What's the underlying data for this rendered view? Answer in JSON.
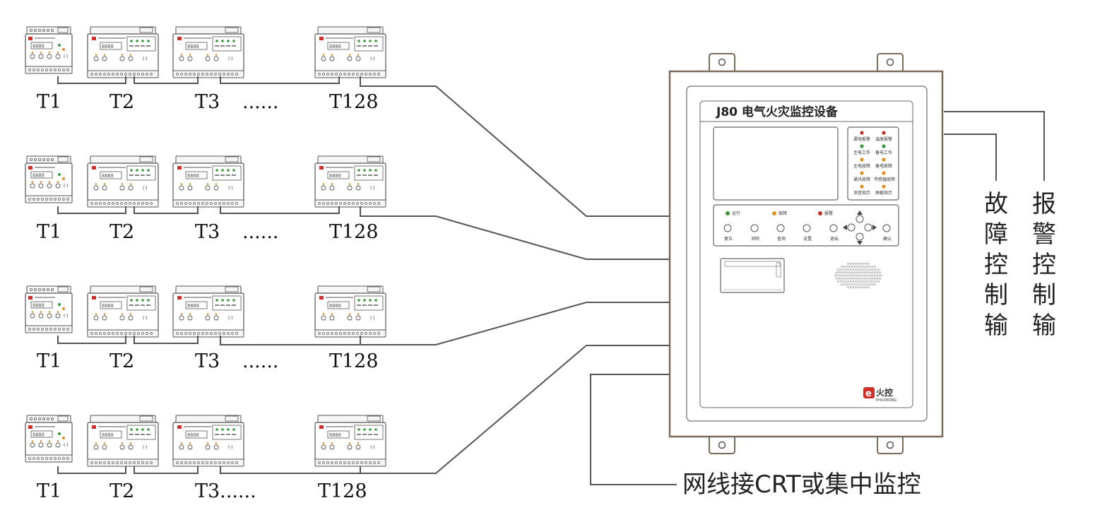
{
  "rows": [
    {
      "labels": [
        "T1",
        "T2",
        "T3",
        "......",
        "T128"
      ]
    },
    {
      "labels": [
        "T1",
        "T2",
        "T3",
        "......",
        "T128"
      ]
    },
    {
      "labels": [
        "T1",
        "T2",
        "T3",
        "......",
        "T128"
      ]
    },
    {
      "labels": [
        "T1",
        "T2",
        "T3......",
        "T128"
      ]
    }
  ],
  "panel": {
    "title": "J80 电气火灾监控设备",
    "indicators": [
      [
        "漏电报警",
        "温度报警"
      ],
      [
        "主电工作",
        "备电工作"
      ],
      [
        "主电故障",
        "备电故障"
      ],
      [
        "通讯故障",
        "传感器故障"
      ],
      [
        "消音指示",
        "屏蔽指示"
      ]
    ],
    "status_leds": [
      "运行",
      "故障",
      "报警"
    ],
    "buttons": [
      "复位",
      "消除",
      "查询",
      "设置",
      "退出",
      "确认"
    ],
    "logo_text": "火控",
    "logo_sub": "EHUOKONG"
  },
  "outputs": {
    "fault_output": "故障控制输出",
    "alarm_output": "报警控制输出"
  },
  "network": "网线接CRT或集中监控",
  "colors": {
    "wire": "#555555",
    "panel_border": "#7a6a5a",
    "led_red": "#c0302a",
    "led_green": "#3a9a3a",
    "led_orange": "#e09020",
    "logo": "#d0302a"
  }
}
